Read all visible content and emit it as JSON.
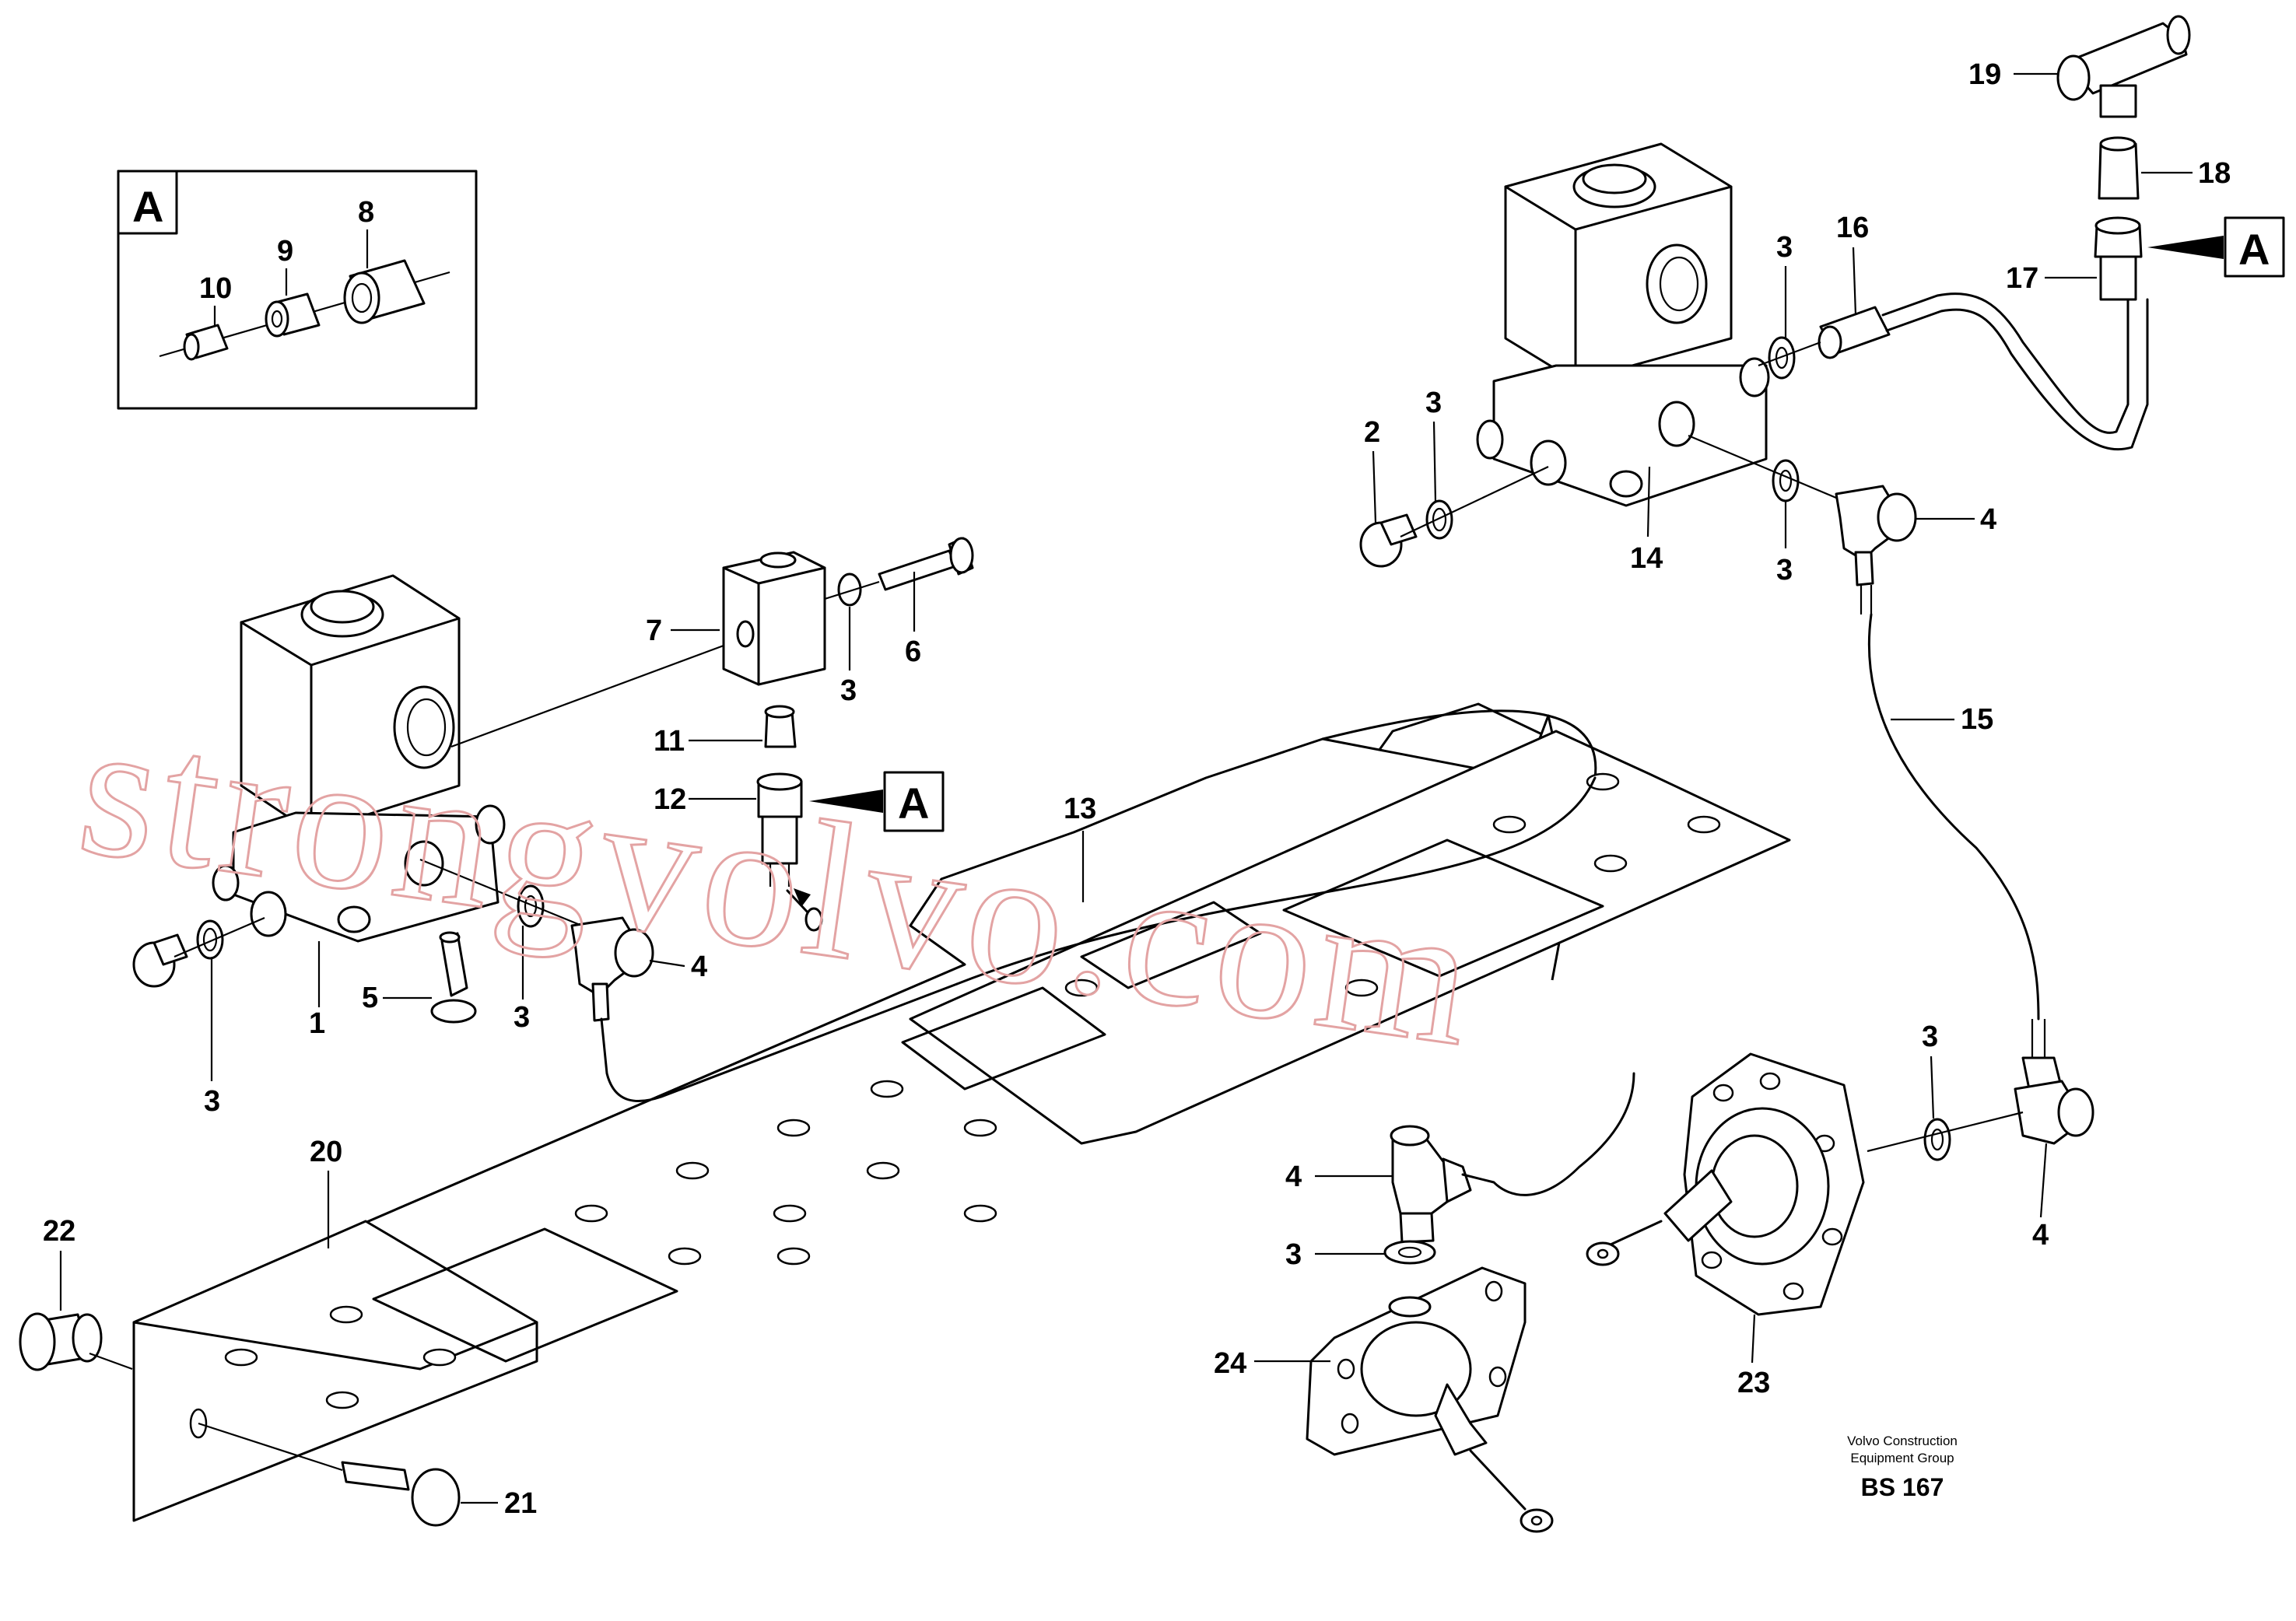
{
  "diagram": {
    "callouts": {
      "c1": "1",
      "c2": "2",
      "c3a": "3",
      "c3b": "3",
      "c3c": "3",
      "c3d": "3",
      "c3e": "3",
      "c3f": "3",
      "c3g": "3",
      "c3h": "3",
      "c4a": "4",
      "c4b": "4",
      "c4c": "4",
      "c4d": "4",
      "c5": "5",
      "c6": "6",
      "c7": "7",
      "c8": "8",
      "c9": "9",
      "c10": "10",
      "c11": "11",
      "c12": "12",
      "c13": "13",
      "c14": "14",
      "c15": "15",
      "c16": "16",
      "c17": "17",
      "c18": "18",
      "c19": "19",
      "c20": "20",
      "c21": "21",
      "c22": "22",
      "c23": "23",
      "c24": "24"
    },
    "detail_marker": "A"
  },
  "footer": {
    "company_line1": "Volvo Construction",
    "company_line2": "Equipment Group",
    "drawing_code": "BS 167"
  },
  "watermark": {
    "text": "strongvolvo.com",
    "color": "#e3a3a3"
  }
}
